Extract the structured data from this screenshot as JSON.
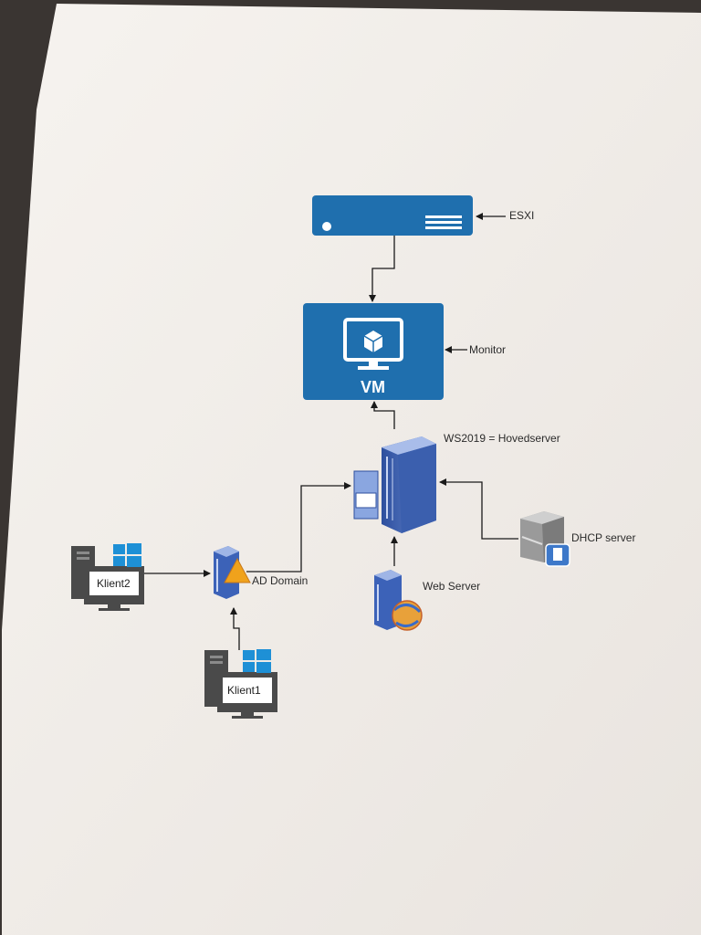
{
  "nodes": {
    "esxi": {
      "label": "ESXI"
    },
    "vm": {
      "label": "VM",
      "annotation": "Monitor"
    },
    "ws2019": {
      "label": "WS2019 = Hovedserver"
    },
    "dhcp": {
      "label": "DHCP server"
    },
    "web": {
      "label": "Web Server"
    },
    "ad": {
      "label": "AD Domain"
    },
    "klient2": {
      "label": "Klient2"
    },
    "klient1": {
      "label": "Klient1"
    }
  },
  "colors": {
    "server_blue": "#1f6fae",
    "paper": "#f1ede8",
    "line": "#1a1a1a",
    "windows_blue": "#1e90d6"
  }
}
